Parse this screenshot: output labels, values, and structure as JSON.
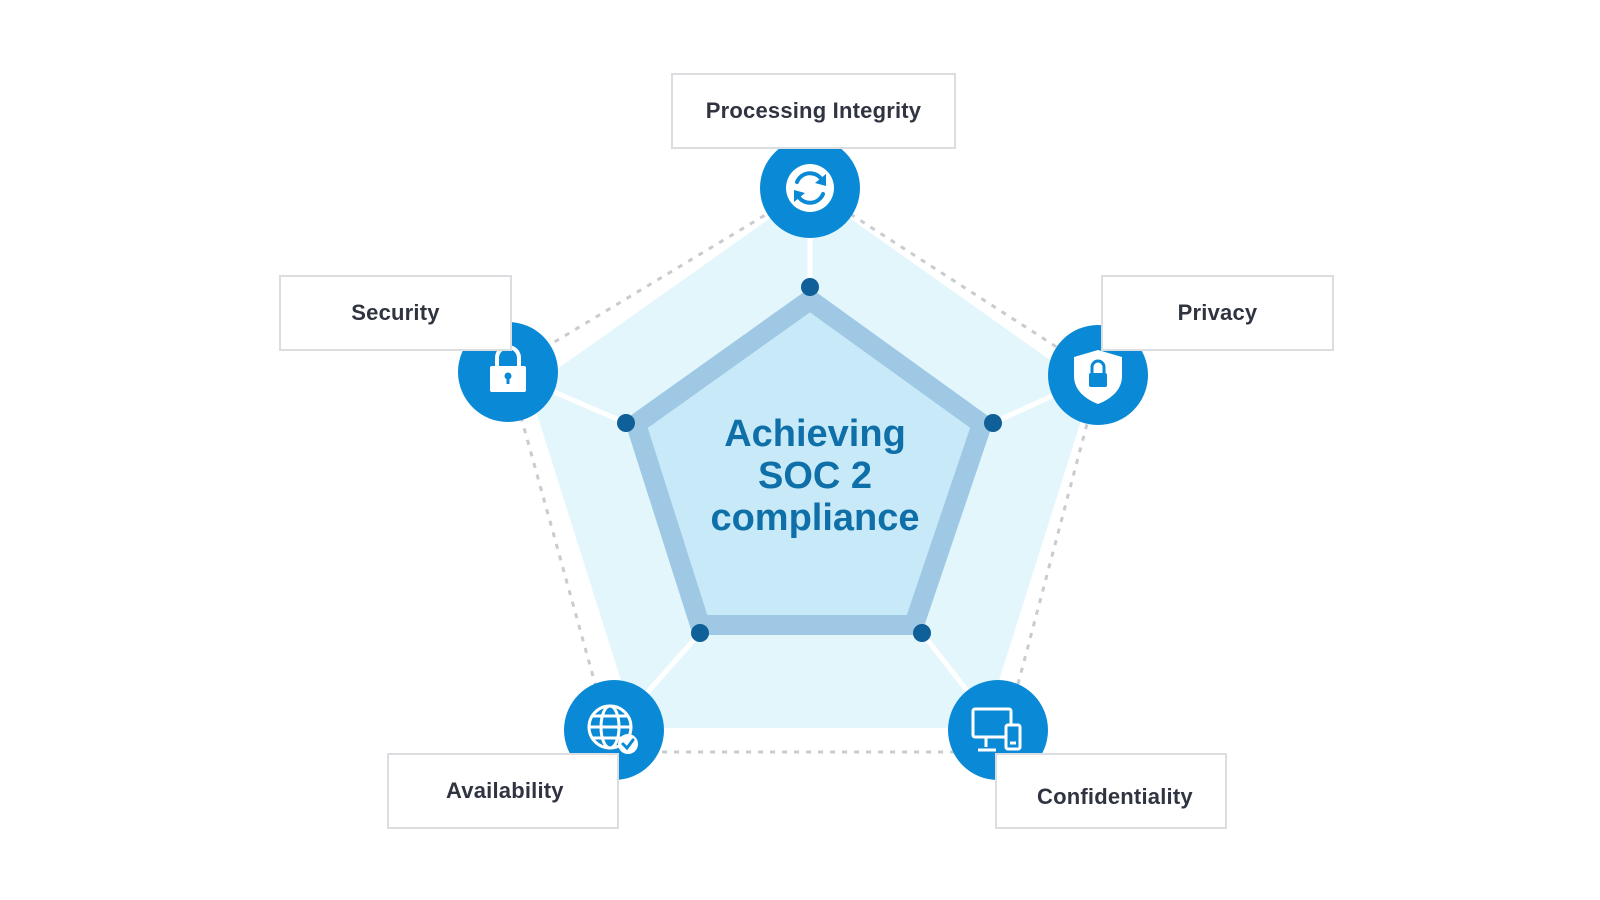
{
  "diagram": {
    "center_title": [
      "Achieving",
      "SOC 2",
      "compliance"
    ],
    "nodes": [
      {
        "label": "Processing Integrity",
        "icon": "sync-arrows-icon"
      },
      {
        "label": "Privacy",
        "icon": "shield-lock-icon"
      },
      {
        "label": "Confidentiality",
        "icon": "monitor-devices-icon"
      },
      {
        "label": "Availability",
        "icon": "globe-check-icon"
      },
      {
        "label": "Security",
        "icon": "padlock-icon"
      }
    ],
    "colors": {
      "icon_circle": "#0a8ad6",
      "outer_pentagon_fill": "#e3f6fc",
      "inner_pentagon_fill": "#c8e9f7",
      "inner_pentagon_stroke": "#9ec8e4",
      "vertex_dot": "#0f5f98",
      "center_text": "#0f6fa8",
      "label_text": "#2f3440",
      "label_border": "#dcdde0",
      "dashed_outline": "#c8ccd0"
    }
  }
}
